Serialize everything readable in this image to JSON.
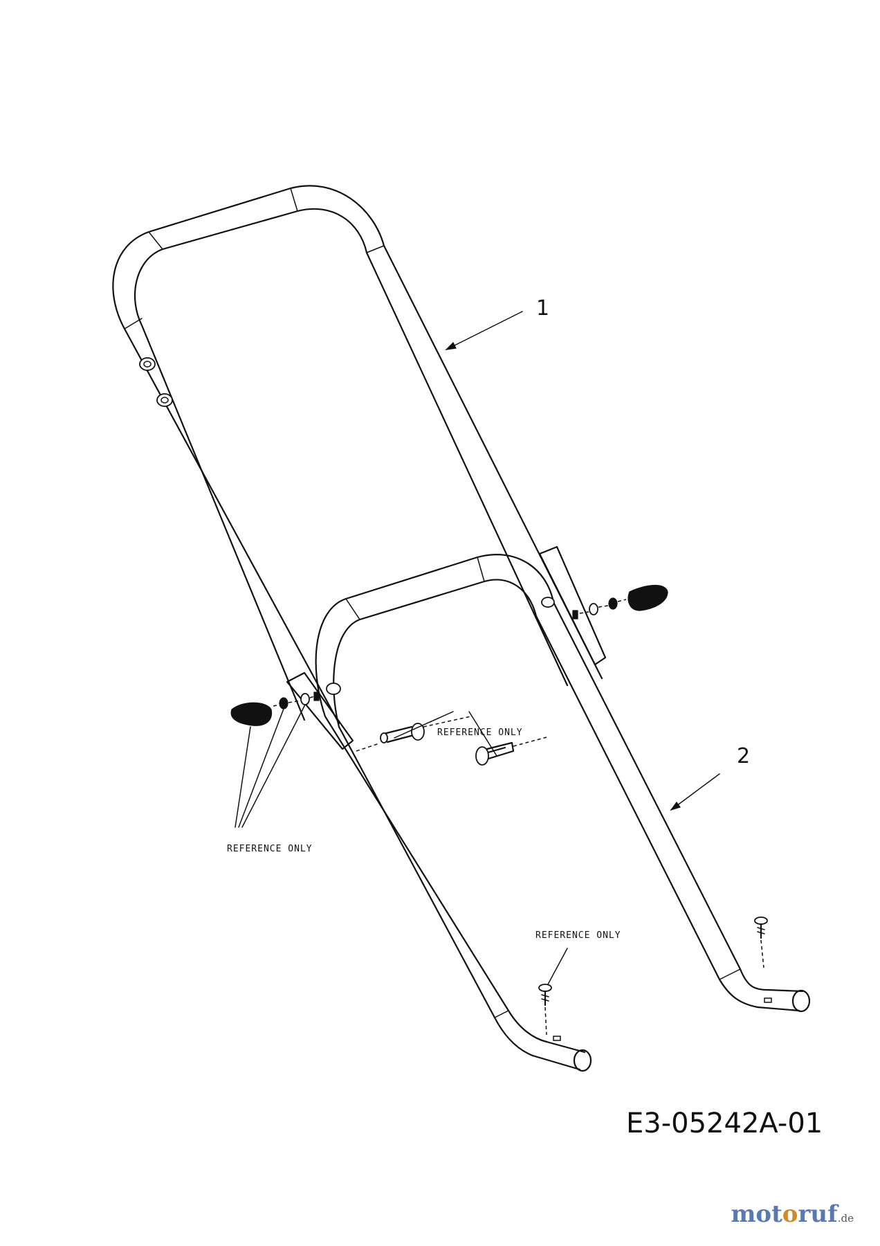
{
  "callouts": {
    "upper_handle": "1",
    "lower_handle": "2"
  },
  "reference_labels": {
    "bolts": "REFERENCE ONLY",
    "knob_hardware": "REFERENCE ONLY",
    "screw": "REFERENCE ONLY"
  },
  "drawing_number": "E3-05242A-01",
  "watermark": {
    "part1": "mot",
    "part2": "o",
    "part3": "ruf",
    "tld": ".de"
  },
  "colors": {
    "line": "#111111",
    "watermark_blue": "#5a78b4",
    "watermark_orange": "#d08a2a"
  }
}
